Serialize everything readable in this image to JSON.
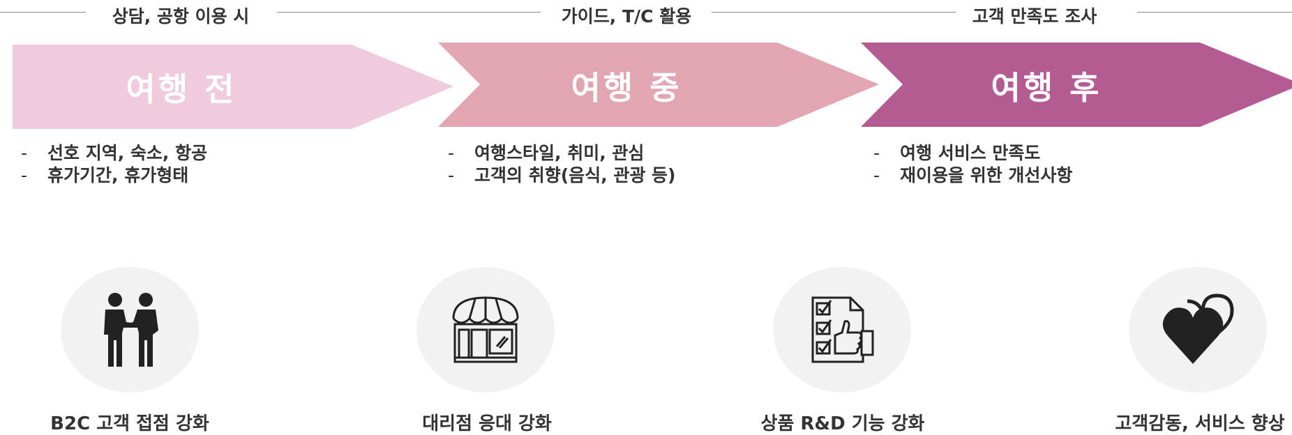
{
  "stages": [
    {
      "label": "상담, 공항 이용 시",
      "title": "여행 전",
      "color": "#efcbdd",
      "bullets": [
        "선호 지역, 숙소, 항공",
        "휴가기간, 휴가형태"
      ]
    },
    {
      "label": "가이드, T/C 활용",
      "title": "여행 중",
      "color": "#e2a5b2",
      "bullets": [
        "여행스타일, 취미, 관심",
        "고객의 취향(음식, 관광 등)"
      ]
    },
    {
      "label": "고객 만족도 조사",
      "title": "여행 후",
      "color": "#b55b93",
      "bullets": [
        "여행 서비스 만족도",
        "재이용을 위한 개선사항"
      ]
    }
  ],
  "bullet_marker": "-",
  "strategies": [
    {
      "icon": "handshake-icon",
      "caption": "B2C 고객 접점 강화"
    },
    {
      "icon": "storefront-icon",
      "caption": "대리점 응대 강화"
    },
    {
      "icon": "checklist-thumbs-up-icon",
      "caption": "상품 R&D 기능 강화"
    },
    {
      "icon": "hearts-icon",
      "caption": "고객감동, 서비스 향상"
    }
  ]
}
